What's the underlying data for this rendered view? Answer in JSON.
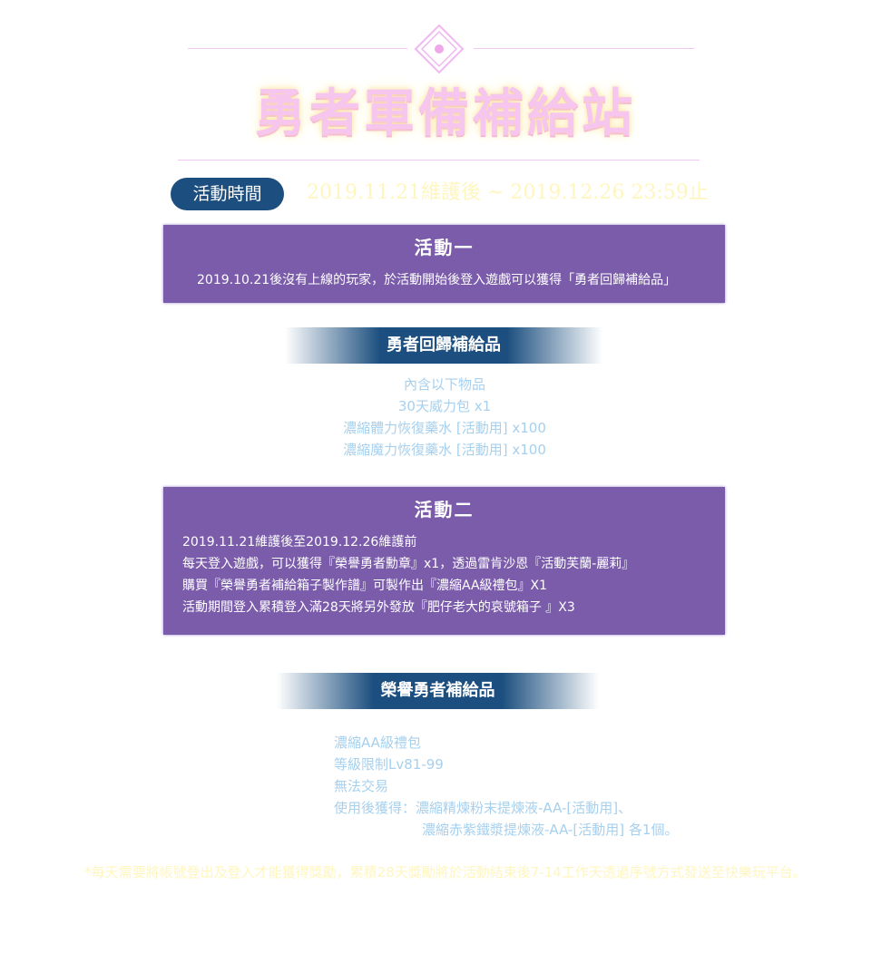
{
  "header": {
    "title": "勇者軍備補給站"
  },
  "event_time": {
    "label": "活動時間",
    "value": "2019.11.21維護後 ~ 2019.12.26 23:59止"
  },
  "event1": {
    "title": "活動一",
    "lines": [
      "2019.10.21後沒有上線的玩家，於活動開始後登入遊戲可以獲得「勇者回歸補給品」"
    ]
  },
  "return_pack": {
    "title": "勇者回歸補給品",
    "items": [
      "內含以下物品",
      "30天威力包 x1",
      "濃縮體力恢復藥水 [活動用] x100",
      "濃縮魔力恢復藥水 [活動用] x100"
    ]
  },
  "event2": {
    "title": "活動二",
    "lines": [
      "2019.11.21維護後至2019.12.26維護前",
      "每天登入遊戲，可以獲得『榮譽勇者勳章』x1，透過雷肯沙恩『活動芙蘭-麗莉』",
      "購買『榮譽勇者補給箱子製作譜』可製作出『濃縮AA級禮包』X1",
      "活動期間登入累積登入滿28天將另外發放『肥仔老大的哀號箱子 』X3"
    ]
  },
  "honor_pack": {
    "title": "榮譽勇者補給品",
    "items": [
      "濃縮AA級禮包",
      "等級限制Lv81-99",
      "無法交易",
      "使用後獲得：濃縮精煉粉末提煉液-AA-[活動用]、",
      "濃縮赤紫鐵漿提煉液-AA-[活動用] 各1個。"
    ]
  },
  "footnote": "*每天需要將帳號登出及登入才能獲得獎勵，累積28天獎勵將於活動結束後7-14工作天透過序號方式發送至快樂玩平台。",
  "colors": {
    "purple_panel": "#7a5cab",
    "navy": "#1c4f7f",
    "light_blue_text": "#a6d0ee",
    "cream_text": "#fff6bf",
    "pink_accent": "#f0c8f2"
  }
}
